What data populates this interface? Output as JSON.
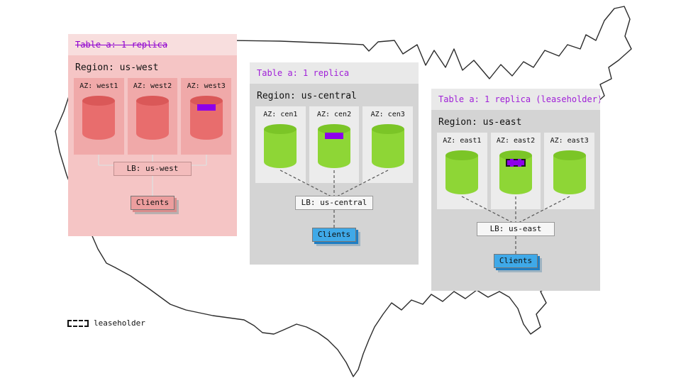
{
  "legend": {
    "label": "leaseholder"
  },
  "regions": [
    {
      "table_label": "Table a: 1 replica",
      "table_label_struck_out": true,
      "title": "Region: us-west",
      "azs": [
        {
          "label": "AZ: west1",
          "replica": false
        },
        {
          "label": "AZ: west2",
          "replica": false
        },
        {
          "label": "AZ: west3",
          "replica": true
        }
      ],
      "lb_label": "LB: us-west",
      "clients_label": "Clients"
    },
    {
      "table_label": "Table a: 1 replica",
      "table_label_struck_out": false,
      "title": "Region: us-central",
      "azs": [
        {
          "label": "AZ: cen1",
          "replica": false
        },
        {
          "label": "AZ: cen2",
          "replica": true
        },
        {
          "label": "AZ: cen3",
          "replica": false
        }
      ],
      "lb_label": "LB: us-central",
      "clients_label": "Clients"
    },
    {
      "table_label": "Table a: 1 replica (leaseholder)",
      "table_label_struck_out": false,
      "title": "Region: us-east",
      "azs": [
        {
          "label": "AZ: east1",
          "replica": false
        },
        {
          "label": "AZ: east2",
          "replica": true,
          "leaseholder": true
        },
        {
          "label": "AZ: east3",
          "replica": false
        }
      ],
      "lb_label": "LB: us-east",
      "clients_label": "Clients"
    }
  ],
  "colors": {
    "replica_badge": "#8d00ea",
    "table_label_text": "#a020d8",
    "west_panel": "#f5c5c5",
    "west_cylinder": "#e86d6d",
    "gray_panel": "#d4d4d4",
    "green_cylinder": "#8ed636",
    "clients_blue": "#3fa9e8",
    "clients_pink": "#ec9e9e",
    "map_outline": "#2b2b2b"
  }
}
